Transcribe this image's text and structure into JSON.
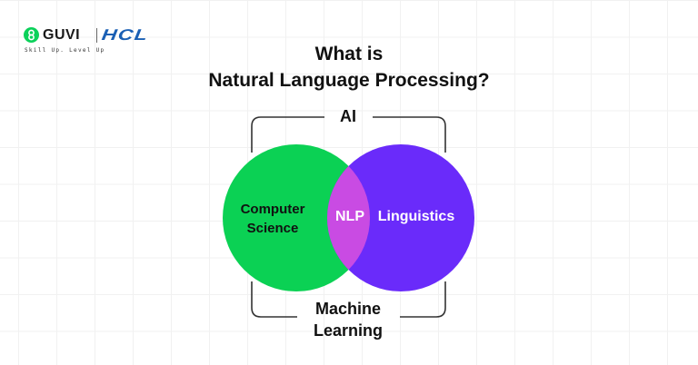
{
  "brand": {
    "logo_icon": "guvi-link-icon",
    "name": "GUVI",
    "partner": "HCL",
    "tagline": "Skill Up. Level Up",
    "colors": {
      "guvi_green": "#0bd15a",
      "hcl_blue": "#1a5fb4"
    }
  },
  "title": {
    "line1": "What is",
    "line2": "Natural Language Processing?"
  },
  "diagram": {
    "outer_top_label": "AI",
    "outer_bottom_label_line1": "Machine",
    "outer_bottom_label_line2": "Learning",
    "left_circle": {
      "label_line1": "Computer",
      "label_line2": "Science",
      "color": "#0bd154"
    },
    "right_circle": {
      "label": "Linguistics",
      "color": "#6a2bfa"
    },
    "intersection": {
      "label": "NLP",
      "color": "#c94be3"
    }
  }
}
